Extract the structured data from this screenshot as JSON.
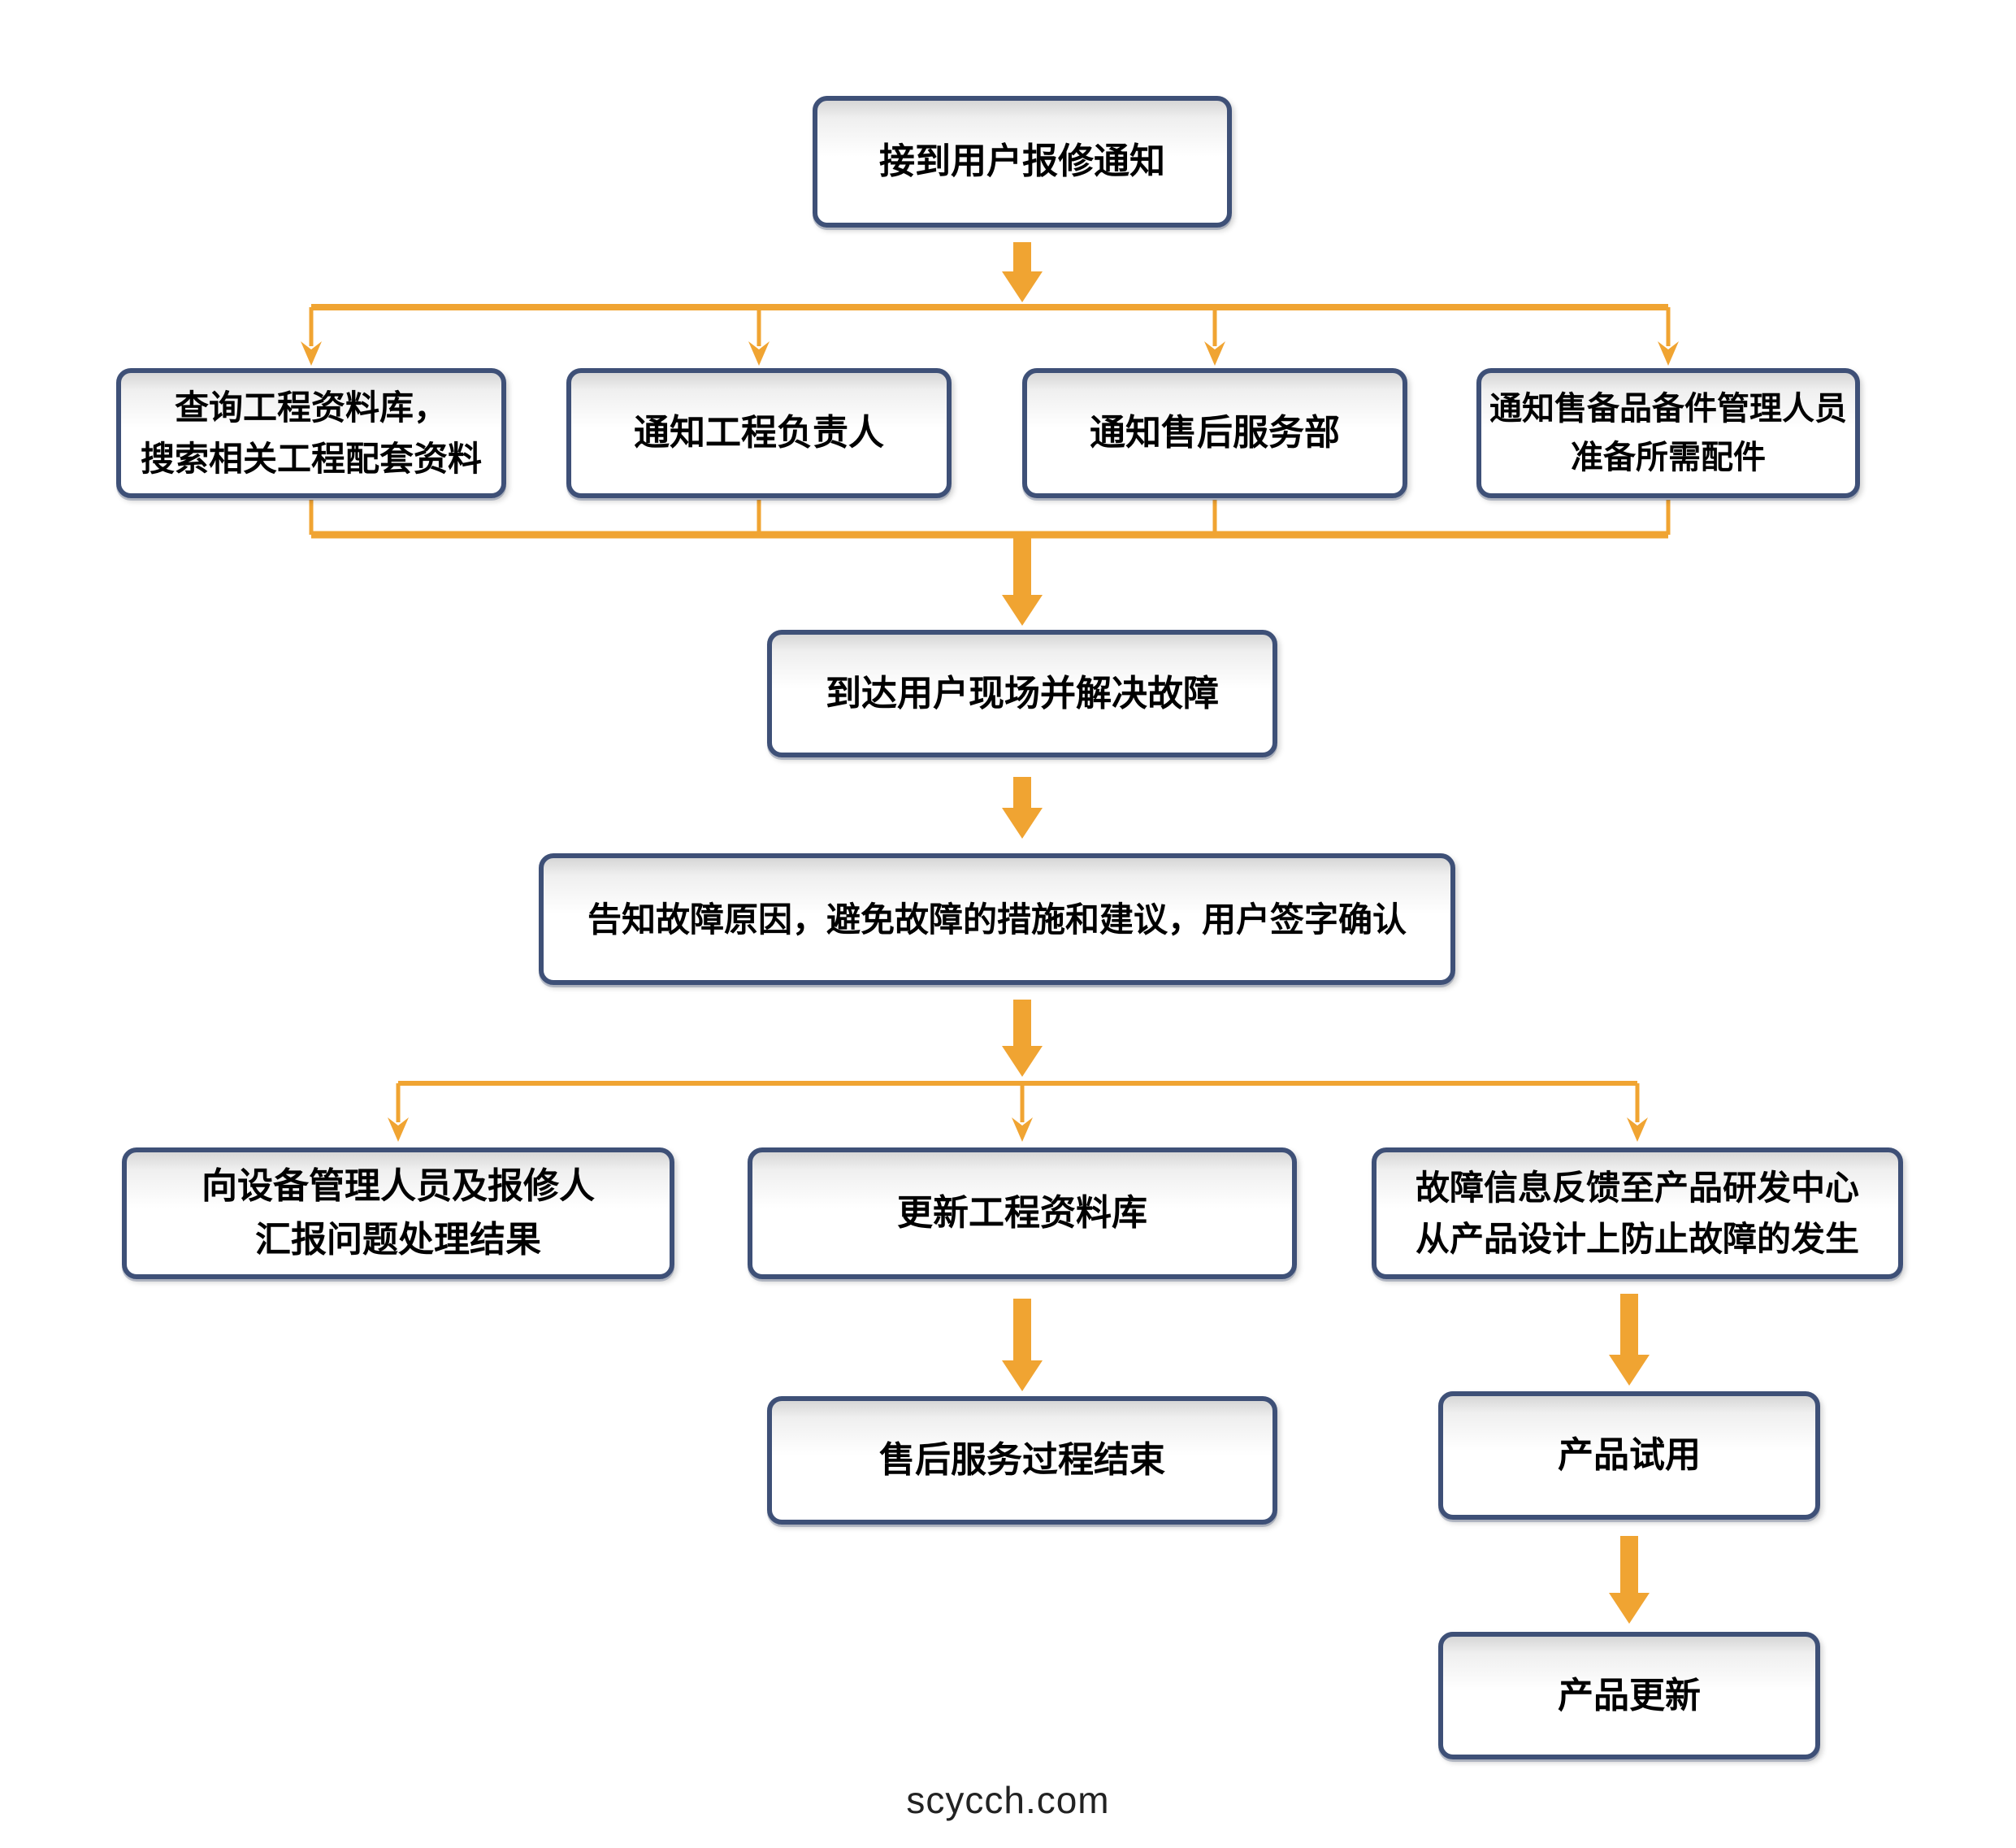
{
  "nodes": {
    "receive": {
      "label": "接到用户报修通知"
    },
    "query_db": {
      "label": "查询工程资料库，\n搜索相关工程配套资料"
    },
    "notify_engineer": {
      "label": "通知工程负责人"
    },
    "notify_service": {
      "label": "通知售后服务部"
    },
    "notify_parts": {
      "label": "通知售备品备件管理人员\n准备所需配件"
    },
    "arrive": {
      "label": "到达用户现场并解决故障"
    },
    "inform": {
      "label": "告知故障原因，避免故障的措施和建议，用户签字确认"
    },
    "report": {
      "label": "向设备管理人员及报修人\n汇报问题处理结果"
    },
    "update_db": {
      "label": "更新工程资料库"
    },
    "feedback": {
      "label": "故障信息反馈至产品研发中心\n从产品设计上防止故障的发生"
    },
    "service_end": {
      "label": "售后服务过程结束"
    },
    "product_trial": {
      "label": "产品试用"
    },
    "product_update": {
      "label": "产品更新"
    }
  },
  "footer": {
    "watermark": "scycch.com"
  },
  "colors": {
    "box_border": "#3E5077",
    "arrow": "#F0A432",
    "text": "#000000",
    "background": "#FFFFFF"
  }
}
